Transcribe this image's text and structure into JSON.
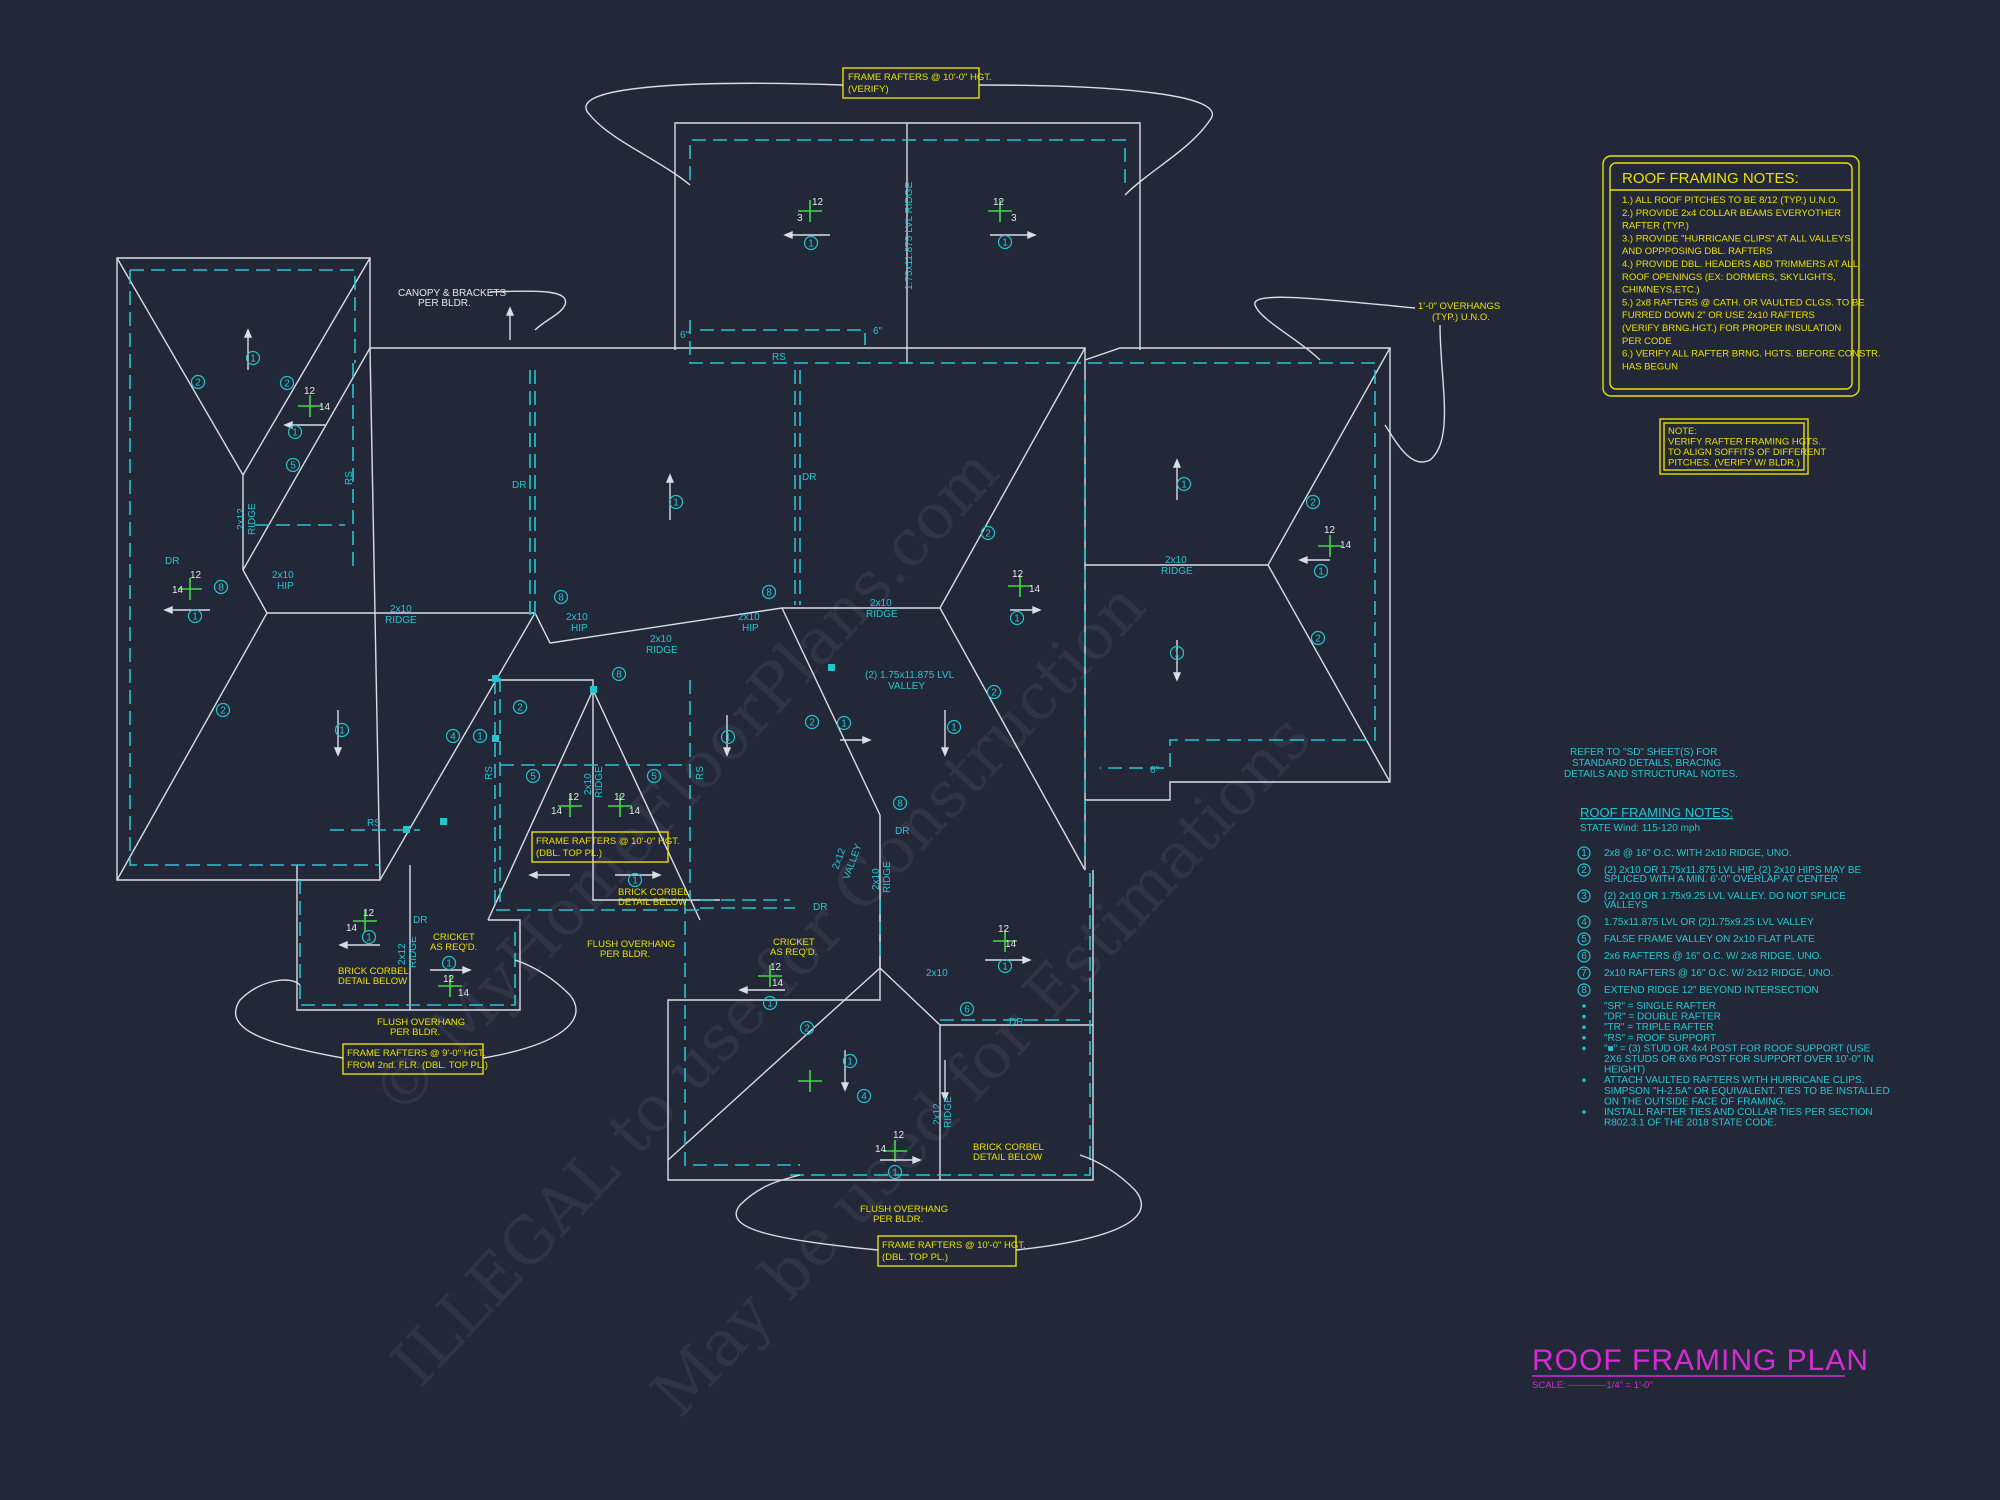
{
  "title": {
    "text": "ROOF FRAMING PLAN",
    "scale": "SCALE: ------------1/4\" = 1'-0\"",
    "color": "#d62ad6"
  },
  "watermark": {
    "line1": "© MyHomeFloorPlans.com",
    "line2": "ILLEGAL to use for Construction",
    "line3": "May be used for Estimations"
  },
  "colors": {
    "background": "#232838",
    "linework": "#d9dde6",
    "dashed": "#27c4cf",
    "callouts": "#e9e000",
    "title": "#d62ad6"
  },
  "notes_box": {
    "title": "ROOF FRAMING NOTES:",
    "lines": [
      "1.) ALL ROOF PITCHES TO BE  8/12 (TYP.) U.N.O.",
      "2.) PROVIDE 2x4 COLLAR BEAMS EVERYOTHER",
      "     RAFTER (TYP.)",
      "3.) PROVIDE \"HURRICANE CLIPS\" AT ALL VALLEYS",
      "     AND OPPPOSING DBL. RAFTERS",
      "4.) PROVIDE DBL. HEADERS ABD TRIMMERS AT ALL",
      "     ROOF OPENINGS (EX: DORMERS, SKYLIGHTS,",
      "     CHIMNEYS,ETC.)",
      "5.) 2x8 RAFTERS @ CATH. OR VAULTED CLGS. TO BE",
      "     FURRED DOWN 2\" OR USE 2x10 RAFTERS",
      "     (VERIFY BRNG.HGT.) FOR PROPER INSULATION",
      "     PER CODE",
      "6.) VERIFY ALL RAFTER BRNG. HGTS. BEFORE CONSTR.",
      "     HAS BEGUN"
    ]
  },
  "note_small": {
    "lines": [
      "NOTE:",
      "VERIFY RAFTER FRAMING HGTS.",
      "TO ALIGN SOFFITS OF DIFFERENT",
      "PITCHES. (VERIFY W/ BLDR.)"
    ]
  },
  "refer_note": {
    "lines": [
      "REFER TO \"SD\" SHEET(S) FOR",
      "STANDARD DETAILS, BRACING",
      "DETAILS AND STRUCTURAL NOTES."
    ]
  },
  "legend": {
    "title": "ROOF FRAMING NOTES:",
    "wind": "STATE Wind: 115-120 mph",
    "items": [
      {
        "num": "1",
        "text": "2x8 @ 16\" O.C. WITH 2x10 RIDGE, UNO."
      },
      {
        "num": "2",
        "text": "(2) 2x10 OR 1.75x11.875 LVL HIP, (2) 2x10 HIPS MAY BE"
      },
      {
        "num": "",
        "text": "SPLICED WITH A MIN. 6'-0\" OVERLAP AT CENTER"
      },
      {
        "num": "3",
        "text": "(2) 2x10 OR 1.75x9.25 LVL VALLEY. DO NOT SPLICE"
      },
      {
        "num": "",
        "text": "VALLEYS"
      },
      {
        "num": "4",
        "text": "1.75x11.875 LVL OR (2)1.75x9.25 LVL VALLEY"
      },
      {
        "num": "5",
        "text": "FALSE FRAME VALLEY ON 2x10 FLAT PLATE"
      },
      {
        "num": "6",
        "text": "2x6 RAFTERS @ 16\" O.C. W/ 2x8 RIDGE, UNO."
      },
      {
        "num": "7",
        "text": "2x10 RAFTERS @ 16\" O.C. W/ 2x12 RIDGE, UNO."
      },
      {
        "num": "8",
        "text": "EXTEND RIDGE 12\" BEYOND INTERSECTION"
      }
    ],
    "bullets": [
      "\"SR\" = SINGLE RAFTER",
      "\"DR\" = DOUBLE RAFTER",
      "\"TR\" = TRIPLE RAFTER",
      "\"RS\" = ROOF SUPPORT",
      "\"■\" = (3) STUD OR 4x4 POST FOR ROOF SUPPORT (USE",
      "2X6 STUDS OR 6X6 POST FOR SUPPORT OVER 10'-0\" IN",
      "HEIGHT)",
      "ATTACH VAULTED RAFTERS WITH HURRICANE CLIPS.",
      "SIMPSON \"H-2.5A\" OR EQUIVALENT. TIES TO BE INSTALLED",
      "ON THE OUTSIDE FACE OF FRAMING.",
      "INSTALL RAFTER TIES AND COLLAR TIES PER SECTION",
      "R802.3.1 OF THE 2018 STATE CODE."
    ]
  },
  "callouts": {
    "frame_top": [
      "FRAME RAFTERS @ 10'-0\" HGT.",
      "(VERIFY)"
    ],
    "frame_mid": [
      "FRAME RAFTERS @ 10'-0\" HGT.",
      "(DBL. TOP PL.)"
    ],
    "frame_left": [
      "FRAME RAFTERS @ 9'-0\" HGT.",
      "FROM 2nd. FLR. (DBL. TOP PL.)"
    ],
    "frame_bottom": [
      "FRAME RAFTERS @ 10'-0\" HGT.",
      "(DBL. TOP PL.)"
    ],
    "overhang": [
      "1'-0\" OVERHANGS",
      "(TYP.) U.N.O."
    ],
    "canopy": [
      "CANOPY & BRACKETS",
      "PER BLDR."
    ],
    "brick_mid": [
      "BRICK CORBEL",
      "DETAIL BELOW"
    ],
    "brick_left": [
      "BRICK CORBEL",
      "DETAIL BELOW"
    ],
    "brick_bottom": [
      "BRICK CORBEL",
      "DETAIL BELOW"
    ],
    "flush_left": [
      "FLUSH OVERHANG",
      "PER BLDR."
    ],
    "flush_mid": [
      "FLUSH OVERHANG",
      "PER BLDR."
    ],
    "flush_bottom": [
      "FLUSH OVERHANG",
      "PER BLDR."
    ],
    "cricket_left": [
      "CRICKET",
      "AS REQ'D."
    ],
    "cricket_right": [
      "CRICKET",
      "AS REQ'D."
    ]
  },
  "labels": {
    "ridge_2x10": [
      "2x10",
      "RIDGE"
    ],
    "hip_2x10": [
      "2x10",
      "HIP"
    ],
    "lvl_ridge": "1.75x11.875 LVL RIDGE",
    "lvl_valley": [
      "(2) 1.75x11.875 LVL",
      "VALLEY"
    ],
    "ridge_2x12": [
      "2x12",
      "RIDGE"
    ],
    "valley_2x12": [
      "2x12",
      "VALLEY"
    ],
    "dr": "DR",
    "rs": "RS",
    "six_in": "6\"",
    "pitch12": "12",
    "pitch14": "14",
    "pitch3": "3",
    "plain2x10": "2x10",
    "n1": "1",
    "n2": "2",
    "n4": "4",
    "n5": "5",
    "n6": "6",
    "n8": "8"
  }
}
